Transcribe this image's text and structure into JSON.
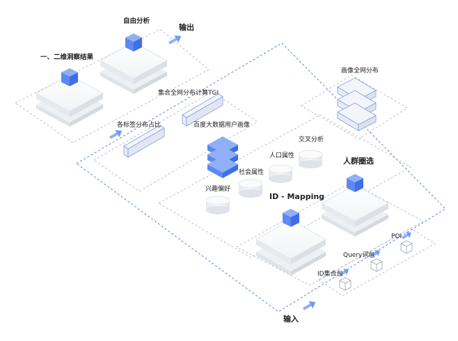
{
  "labels": {
    "two_dim_result": "一、二维洞察结果",
    "free_analysis": "自由分析",
    "output": "输出",
    "portrait_distribution": "画像全网分布",
    "tgi_calc": "集合全网分布计算TGI",
    "tag_ratio": "各标签分布占比",
    "baidu_portrait": "百度大数据用户画像",
    "population_attr": "人口属性",
    "cross_analysis": "交叉分析",
    "social_attr": "社会属性",
    "interest": "兴趣偏好",
    "crowd_select": "人群圈选",
    "id_mapping": "ID - Mapping",
    "poi": "POI",
    "query_pack": "Query词包",
    "id_set_pack": "ID集合包",
    "input": "输入"
  },
  "colors": {
    "accent": "#4a7cf0",
    "accent_light": "#8fb0f7",
    "dashed_blue": "#5b7fe0",
    "dashed_gray": "#b8bec8",
    "slab_top": "#f7f8fa",
    "slab_side": "#e6e9ee"
  }
}
